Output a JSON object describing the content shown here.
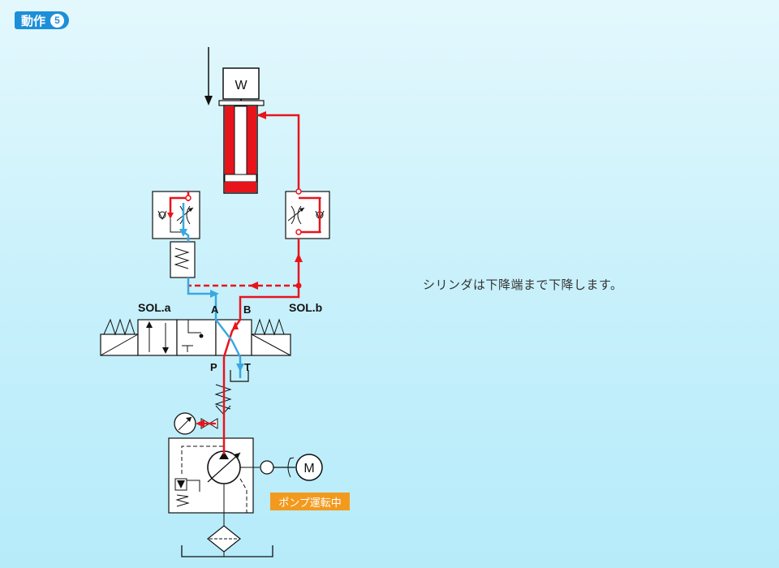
{
  "header": {
    "title": "動作",
    "step_number": "5"
  },
  "description": "シリンダは下降端まで下降します。",
  "labels": {
    "weight": "W",
    "sol_a": "SOL.a",
    "sol_b": "SOL.b",
    "port_a": "A",
    "port_b": "B",
    "port_p": "P",
    "port_t": "T",
    "motor": "M",
    "pump_status": "ポンプ運転中"
  },
  "colors": {
    "pressure": "#e8141c",
    "return": "#3aa8e0",
    "accent": "#1d8fd8",
    "status": "#f39a1e"
  }
}
